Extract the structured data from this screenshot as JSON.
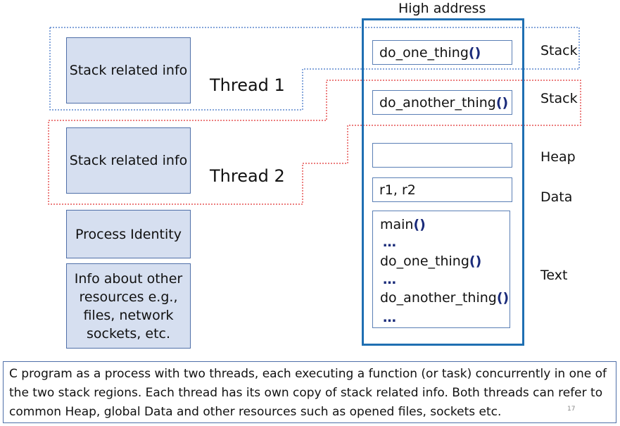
{
  "high_address": "High address",
  "left_boxes": {
    "thread1_stack_info": "Stack related info",
    "thread2_stack_info": "Stack related info",
    "process_identity": "Process Identity",
    "other_resources": "Info about other resources e.g., files, network sockets, etc."
  },
  "threads": {
    "thread1": "Thread 1",
    "thread2": "Thread 2"
  },
  "memory": {
    "stack1": {
      "name": "do_one_thing",
      "paren": "()"
    },
    "stack2": {
      "name": "do_another_thing",
      "paren": "()"
    },
    "heap": "",
    "data": "r1, r2",
    "text": {
      "main": "main",
      "dots": "…",
      "do_one_thing": "do_one_thing",
      "do_another_thing": "do_another_thing",
      "paren": "()"
    }
  },
  "segment_labels": {
    "stack1": "Stack",
    "stack2": "Stack",
    "heap": "Heap",
    "data": "Data",
    "text": "Text"
  },
  "caption": "C program as a process with two threads, each executing a function (or task) concurrently in one of the two stack regions. Each thread has its own copy of stack related info. Both threads can refer to common Heap, global Data and other resources such as opened files, sockets etc.",
  "slide_number": "17",
  "colors": {
    "thread1_outline": "#3a6fc4",
    "thread2_outline": "#e03030",
    "memory_border": "#1f6fb2",
    "box_fill": "#d6dff0"
  }
}
